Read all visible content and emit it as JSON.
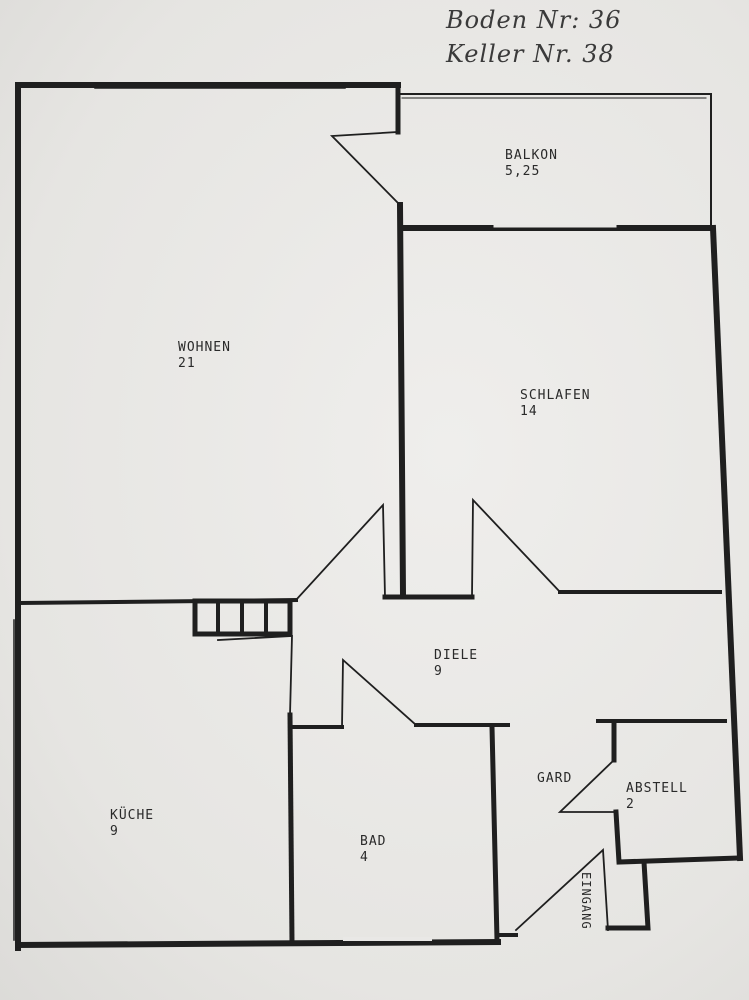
{
  "handwritten_notes": {
    "line1": "Boden Nr: 36",
    "line2": "Keller Nr. 38"
  },
  "rooms": {
    "balkon": {
      "name": "BALKON",
      "area": "5,25"
    },
    "wohnen": {
      "name": "WOHNEN",
      "area": "21"
    },
    "schlafen": {
      "name": "SCHLAFEN",
      "area": "14"
    },
    "diele": {
      "name": "DIELE",
      "area": "9"
    },
    "kueche": {
      "name": "KÜCHE",
      "area": "9"
    },
    "bad": {
      "name": "BAD",
      "area": "4"
    },
    "abstell": {
      "name": "ABSTELL",
      "area": "2"
    },
    "gard": {
      "name": "GARD"
    },
    "eingang": {
      "name": "EINGANG"
    }
  },
  "colors": {
    "paper": "#ecebe8",
    "ink": "#1f1f1f"
  }
}
